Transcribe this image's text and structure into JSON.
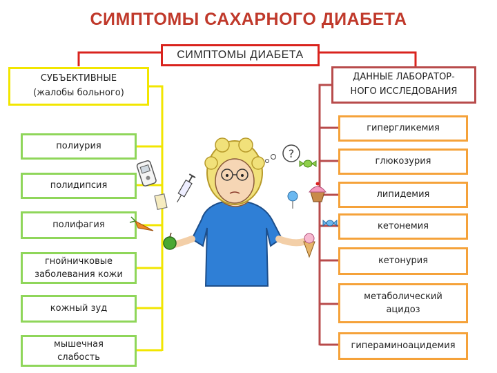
{
  "title": "СИМПТОМЫ САХАРНОГО ДИАБЕТА",
  "center_label": "СИМПТОМЫ ДИАБЕТА",
  "subjective": {
    "line1": "СУБЪЕКТИВНЫЕ",
    "line2": "(жалобы больного)",
    "items": [
      {
        "line1": "полиурия",
        "line2": ""
      },
      {
        "line1": "полидипсия",
        "line2": ""
      },
      {
        "line1": "полифагия",
        "line2": ""
      },
      {
        "line1": "гнойничковые",
        "line2": "заболевания кожи"
      },
      {
        "line1": "кожный зуд",
        "line2": ""
      },
      {
        "line1": "мышечная",
        "line2": "слабость"
      }
    ]
  },
  "laboratory": {
    "line1": "ДАННЫЕ ЛАБОРАТОР-",
    "line2": "НОГО ИССЛЕДОВАНИЯ",
    "items": [
      {
        "line1": "гипергликемия",
        "line2": ""
      },
      {
        "line1": "глюкозурия",
        "line2": ""
      },
      {
        "line1": "липидемия",
        "line2": ""
      },
      {
        "line1": "кетонемия",
        "line2": ""
      },
      {
        "line1": "кетонурия",
        "line2": ""
      },
      {
        "line1": "метаболический",
        "line2": "ацидоз"
      },
      {
        "line1": "гипераминоацидемия",
        "line2": ""
      }
    ]
  },
  "colors": {
    "title": "#c0392b",
    "connector_red": "#d9231d",
    "subjective_border": "#f2e600",
    "subjective_item_border": "#8fd65a",
    "lab_border": "#b84b4b",
    "lab_item_border": "#f5a23a"
  },
  "illustration": {
    "thought_symbol": "?"
  }
}
